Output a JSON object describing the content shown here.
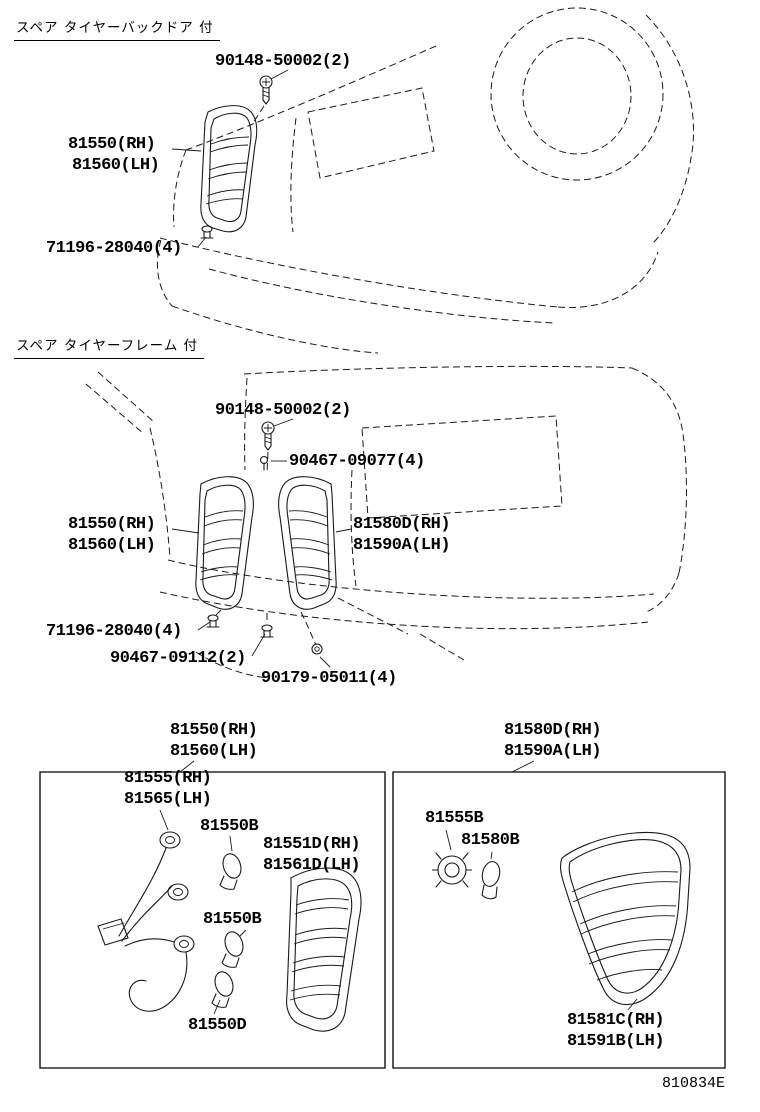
{
  "doc_code": "810834E",
  "captions": {
    "top": "スペア タイヤーバックドア 付",
    "mid": "スペア タイヤーフレーム 付"
  },
  "labels": {
    "top_screw": "90148-50002(2)",
    "top_lamp_rh": "81550(RH)",
    "top_lamp_lh": "81560(LH)",
    "top_clip": "71196-28040(4)",
    "mid_screw": "90148-50002(2)",
    "mid_clip_a": "90467-09077(4)",
    "mid_lamp_rh": "81550(RH)",
    "mid_lamp_lh": "81560(LH)",
    "mid_lamp2_rh": "81580D(RH)",
    "mid_lamp2_lh": "81590A(LH)",
    "mid_clip_b": "71196-28040(4)",
    "mid_clip_c": "90467-09112(2)",
    "mid_nut": "90179-05011(4)"
  },
  "left_box": {
    "header_rh": "81550(RH)",
    "header_lh": "81560(LH)",
    "harness_rh": "81555(RH)",
    "harness_lh": "81565(LH)",
    "bulb_top": "81550B",
    "lens_rh": "81551D(RH)",
    "lens_lh": "81561D(LH)",
    "bulb_mid": "81550B",
    "bulb_bottom": "81550D"
  },
  "right_box": {
    "header_rh": "81580D(RH)",
    "header_lh": "81590A(LH)",
    "socket": "81555B",
    "bulb": "81580B",
    "lens_rh": "81581C(RH)",
    "lens_lh": "81591B(LH)"
  }
}
